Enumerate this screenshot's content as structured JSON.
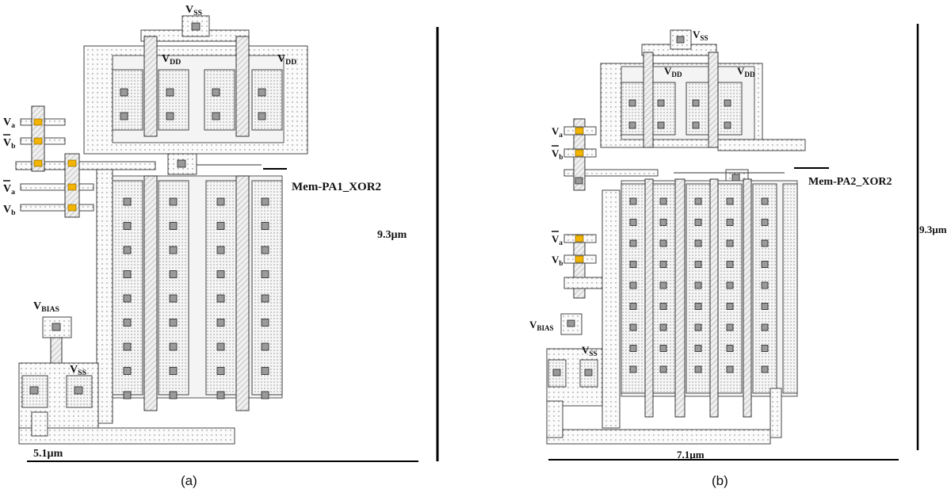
{
  "panels": [
    {
      "id": "a",
      "caption": "(a)",
      "labels": {
        "vss_top": "V",
        "vss_top_sub": "SS",
        "vdd_inner": "V",
        "vdd_inner_sub": "DD",
        "vdd_outer": "V",
        "vdd_outer_sub": "DD",
        "va": "V",
        "va_sub": "a",
        "vb_bar": "V",
        "vb_bar_sub": "b",
        "va_bar": "V",
        "va_bar_sub": "a",
        "vb": "V",
        "vb_sub": "b",
        "vbias": "V",
        "vbias_sub": "BIAS",
        "vss_bottom": "V",
        "vss_bottom_sub": "SS",
        "device_name": "Mem-PA1_XOR2",
        "height_dim": "9.3µm",
        "width_dim": "5.1µm"
      }
    },
    {
      "id": "b",
      "caption": "(b)",
      "labels": {
        "vss_top": "V",
        "vss_top_sub": "SS",
        "vdd_inner": "V",
        "vdd_inner_sub": "DD",
        "vdd_outer": "V",
        "vdd_outer_sub": "DD",
        "va": "V",
        "va_sub": "a",
        "vb_bar": "V",
        "vb_bar_sub": "b",
        "va_bar": "V",
        "va_bar_sub": "a",
        "vb": "V",
        "vb_sub": "b",
        "vbias": "V",
        "vbias_sub": "BIAS",
        "vss_bottom": "V",
        "vss_bottom_sub": "SS",
        "device_name": "Mem-PA2_XOR2",
        "height_dim": "9.3µm",
        "width_dim": "7.1µm"
      }
    }
  ]
}
